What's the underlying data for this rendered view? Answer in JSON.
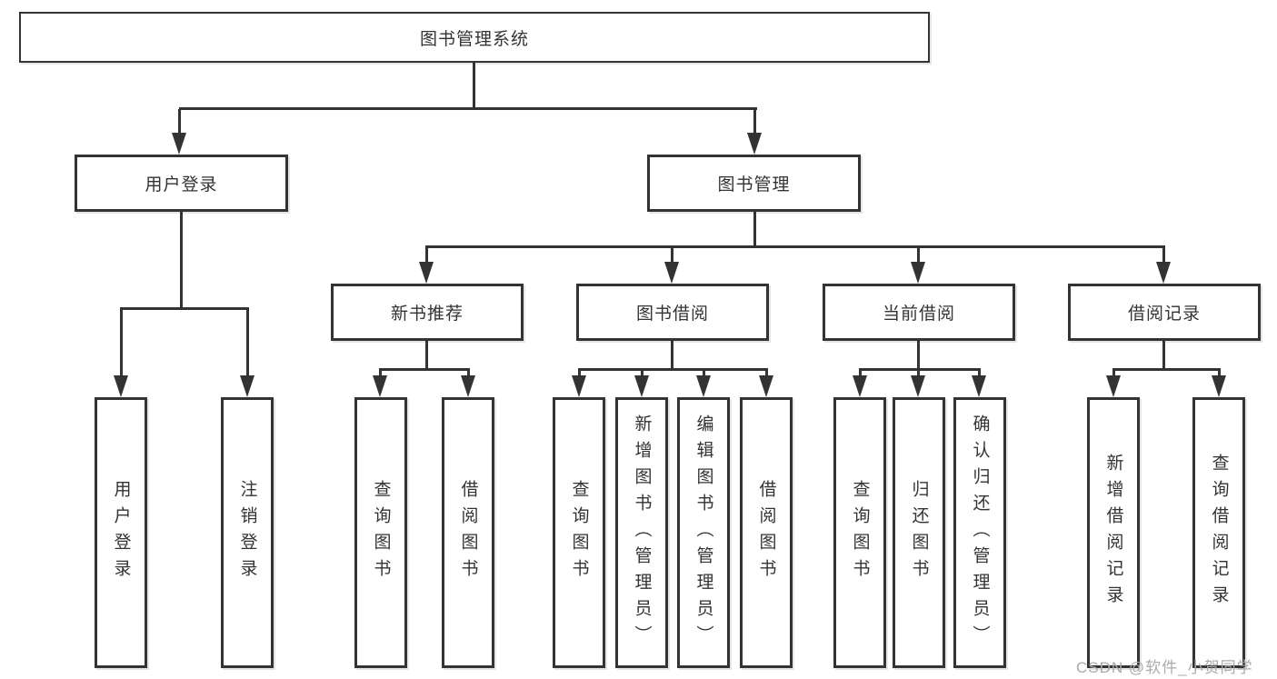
{
  "tree": {
    "label": "图书管理系统",
    "children": [
      {
        "label": "用户登录",
        "children": [
          {
            "label": "用户登录"
          },
          {
            "label": "注销登录"
          }
        ]
      },
      {
        "label": "图书管理",
        "children": [
          {
            "label": "新书推荐",
            "children": [
              {
                "label": "查询图书"
              },
              {
                "label": "借阅图书"
              }
            ]
          },
          {
            "label": "图书借阅",
            "children": [
              {
                "label": "查询图书"
              },
              {
                "label": "新增图书（管理员）"
              },
              {
                "label": "编辑图书（管理员）"
              },
              {
                "label": "借阅图书"
              }
            ]
          },
          {
            "label": "当前借阅",
            "children": [
              {
                "label": "查询图书"
              },
              {
                "label": "归还图书"
              },
              {
                "label": "确认归还（管理员）"
              }
            ]
          },
          {
            "label": "借阅记录",
            "children": [
              {
                "label": "新增借阅记录"
              },
              {
                "label": "查询借阅记录"
              }
            ]
          }
        ]
      }
    ]
  },
  "watermark": {
    "text": "CSDN @软件_小贺同学"
  },
  "colors": {
    "line": "#333333",
    "text": "#333333",
    "wm": "#ababab",
    "bg": "#ffffff"
  }
}
